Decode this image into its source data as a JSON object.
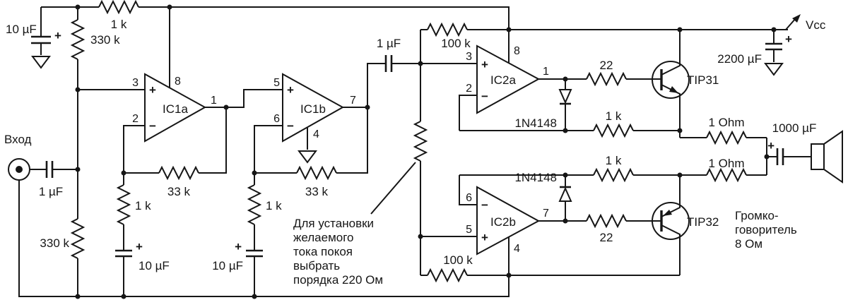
{
  "symbols": {
    "plus": "+",
    "minus": "−"
  },
  "power": {
    "rail_label": "Vcc",
    "r_filter": "1 k",
    "c_filter": "10 µF",
    "c_bulk": "2200 µF"
  },
  "input": {
    "label": "Вход",
    "c_in": "1 µF",
    "r_bias_top": "330 k",
    "r_bias_bot": "330 k"
  },
  "preamp": {
    "ic1a": {
      "name": "IC1a",
      "pin_p": "3",
      "pin_n": "2",
      "pin_out": "1",
      "pin_v": "8"
    },
    "r_fb1": "33 k",
    "r_g1": "1 k",
    "c_g1": "10 µF",
    "ic1b": {
      "name": "IC1b",
      "pin_p": "5",
      "pin_n": "6",
      "pin_out": "7",
      "pin_g": "4"
    },
    "r_fb2": "33 k",
    "r_g2": "1 k",
    "c_g2": "10 µF",
    "c_couple": "1 µF"
  },
  "power_amp": {
    "ic2a": {
      "name": "IC2a",
      "pin_p": "3",
      "pin_n": "2",
      "pin_out": "1",
      "pin_v": "8"
    },
    "ic2b": {
      "name": "IC2b",
      "pin_p": "5",
      "pin_n": "6",
      "pin_out": "7",
      "pin_g": "4"
    },
    "r_top": "100 k",
    "r_bot": "100 k",
    "d_top": "1N4148",
    "d_bot": "1N4148",
    "r_base_top": "22",
    "r_base_bot": "22",
    "r_fb_top": "1 k",
    "r_fb_bot": "1 k",
    "q_top": "TIP31",
    "q_bot": "TIP32",
    "r_out_top": "1 Ohm",
    "r_out_bot": "1 Ohm",
    "c_out": "1000 µF"
  },
  "speaker": {
    "line1": "Громко-",
    "line2": "говоритель",
    "line3": "8 Ом"
  },
  "note": {
    "line1": "Для установки",
    "line2": "желаемого",
    "line3": "тока покоя",
    "line4": "выбрать",
    "line5": "порядка 220 Ом"
  }
}
